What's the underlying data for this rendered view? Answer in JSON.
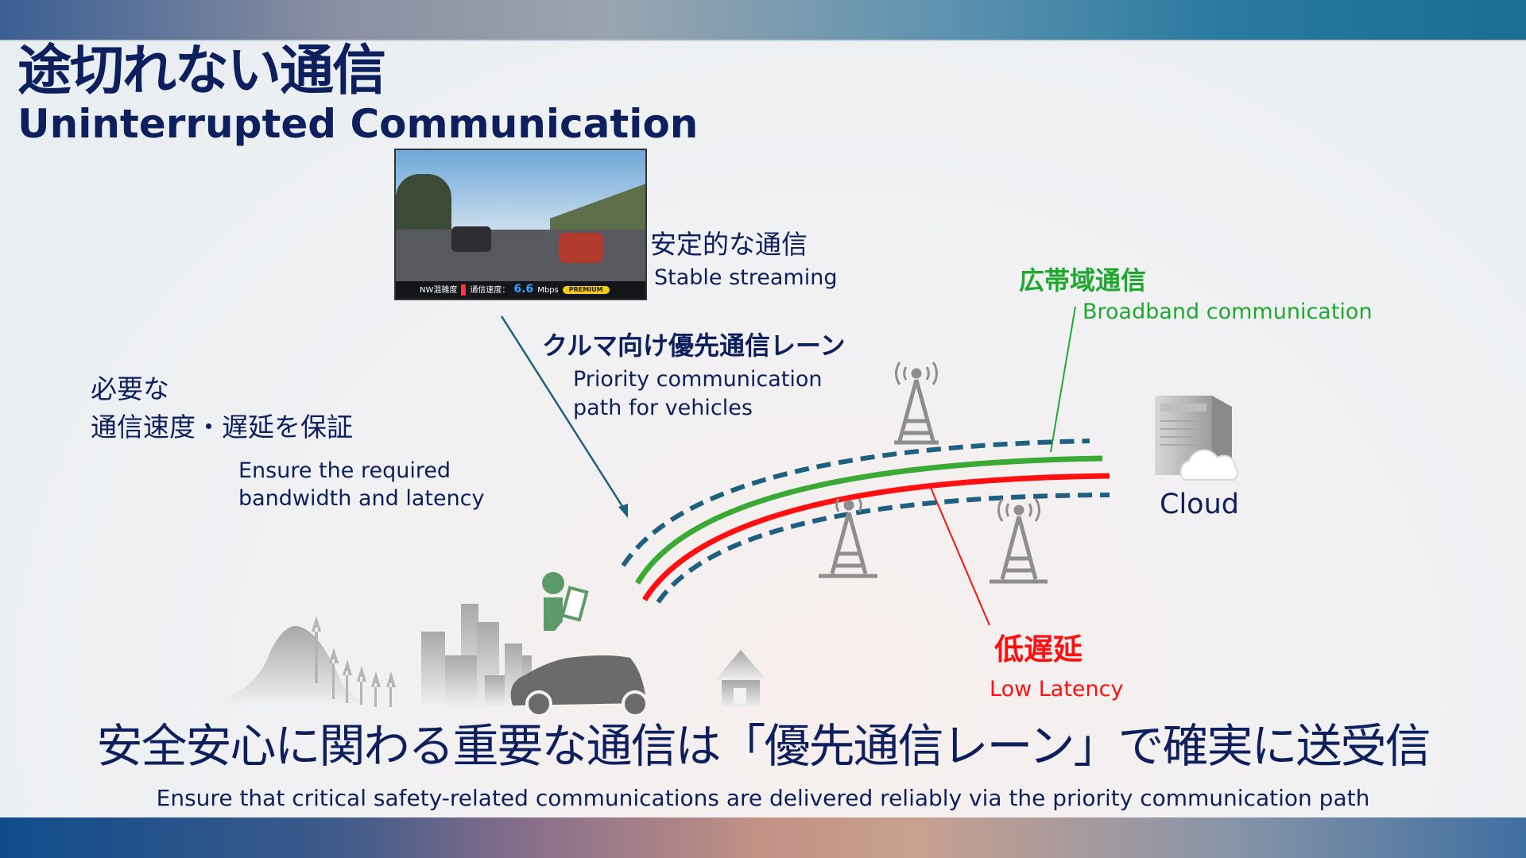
{
  "title": {
    "jp": "途切れない通信",
    "en": "Uninterrupted Communication"
  },
  "video": {
    "nw_label": "NW混雑度",
    "speed_label": "通信速度：",
    "speed_value": "6.6",
    "speed_unit": "Mbps",
    "badge": "PREMIUM"
  },
  "stable": {
    "jp": "安定的な通信",
    "en": "Stable streaming"
  },
  "broadband": {
    "jp": "広帯域通信",
    "en": "Broadband communication"
  },
  "priority": {
    "jp": "クルマ向け優先通信レーン",
    "en_line1": "Priority communication",
    "en_line2": "path for vehicles"
  },
  "guarantee": {
    "jp_line1": "必要な",
    "jp_line2": "通信速度・遅延を保証",
    "en_line1": "Ensure the required",
    "en_line2": "bandwidth and latency"
  },
  "cloud": {
    "label": "Cloud"
  },
  "latency": {
    "jp": "低遅延",
    "en": "Low Latency"
  },
  "footer": {
    "jp": "安全安心に関わる重要な通信は「優先通信レーン」で確実に送受信",
    "en": "Ensure that critical safety-related communications are delivered reliably via the priority communication path"
  },
  "colors": {
    "navy": "#0d1f5c",
    "green": "#3aaa35",
    "red": "#ff1010",
    "dashed": "#1f5f7f",
    "gray": "#9a9a9a"
  }
}
